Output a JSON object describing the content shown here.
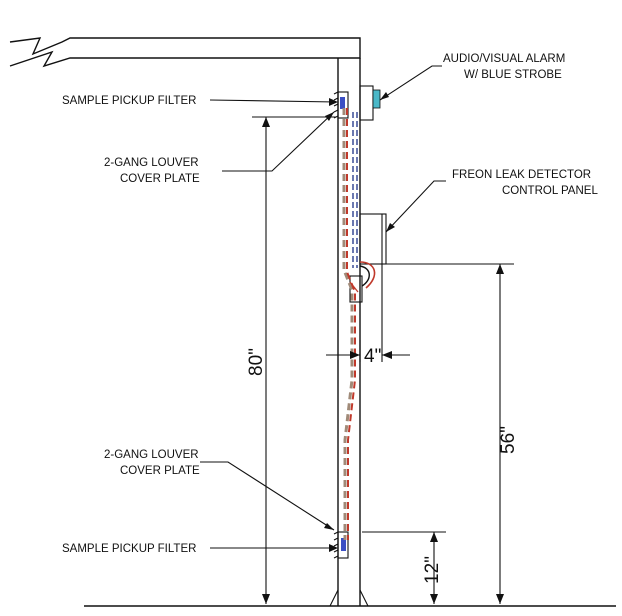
{
  "labels": {
    "alarm_line1": "AUDIO/VISUAL ALARM",
    "alarm_line2": "W/ BLUE STROBE",
    "filter_top": "SAMPLE PICKUP FILTER",
    "louver_top_line1": "2-GANG LOUVER",
    "louver_top_line2": "COVER PLATE",
    "panel_line1": "FREON LEAK DETECTOR",
    "panel_line2": "CONTROL PANEL",
    "louver_bottom_line1": "2-GANG LOUVER",
    "louver_bottom_line2": "COVER PLATE",
    "filter_bottom": "SAMPLE PICKUP FILTER"
  },
  "dimensions": {
    "height_80": "80\"",
    "offset_4": "4\"",
    "height_56": "56\"",
    "height_12": "12\""
  },
  "colors": {
    "line": "#111111",
    "tubing_red": "#c0392b",
    "tubing_tan": "#a08a78",
    "wire_blue": "#2c3e8f",
    "strobe": "#4ab8c8",
    "filter_blue": "#3b4fc4"
  }
}
